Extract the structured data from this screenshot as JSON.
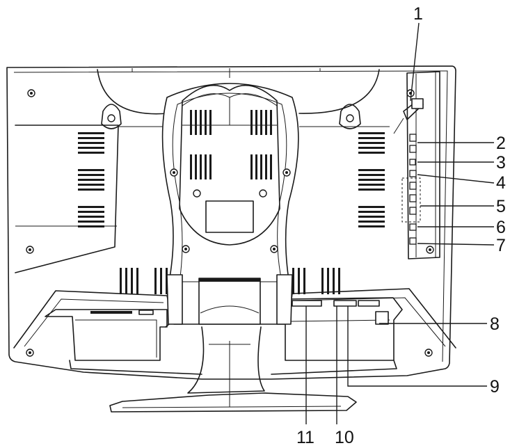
{
  "diagram": {
    "callouts": [
      {
        "id": "1",
        "label": "1"
      },
      {
        "id": "2",
        "label": "2"
      },
      {
        "id": "3",
        "label": "3"
      },
      {
        "id": "4",
        "label": "4"
      },
      {
        "id": "5",
        "label": "5"
      },
      {
        "id": "6",
        "label": "6"
      },
      {
        "id": "7",
        "label": "7"
      },
      {
        "id": "8",
        "label": "8"
      },
      {
        "id": "9",
        "label": "9"
      },
      {
        "id": "10",
        "label": "10"
      },
      {
        "id": "11",
        "label": "11"
      }
    ]
  },
  "colors": {
    "line": "#1a1a1a",
    "background": "#ffffff"
  }
}
